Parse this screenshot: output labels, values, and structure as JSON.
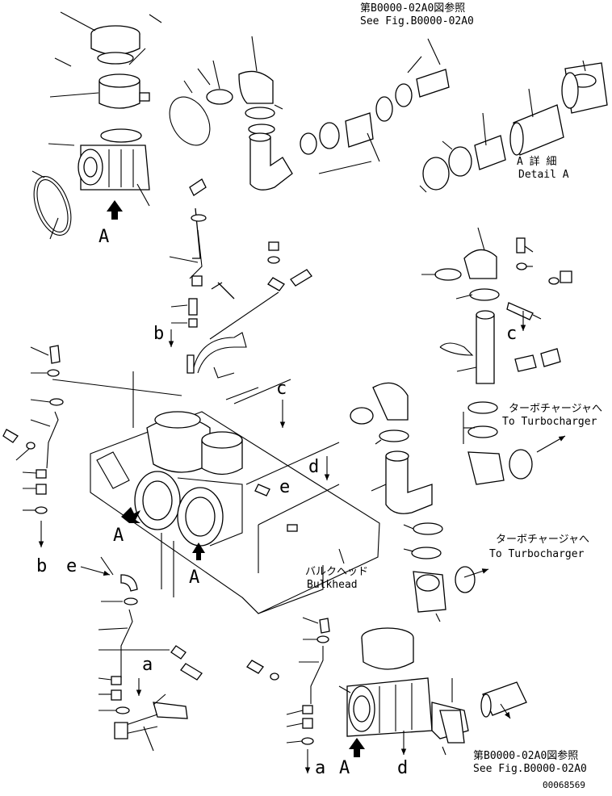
{
  "diagram": {
    "refs": {
      "top_jp": "第B0000-02A0図参照",
      "top_en": "See Fig.B0000-02A0",
      "bottom_jp": "第B0000-02A0図参照",
      "bottom_en": "See Fig.B0000-02A0"
    },
    "detail": {
      "jp": "A 詳 細",
      "en": "Detail A"
    },
    "turbo_1": {
      "jp": "ターボチャージャへ",
      "en": "To Turbocharger"
    },
    "turbo_2": {
      "jp": "ターボチャージャへ",
      "en": "To Turbocharger"
    },
    "bulkhead": {
      "jp": "バルクヘッド",
      "en": "Bulkhead"
    },
    "letters": {
      "A_top": "A",
      "A_mid1": "A",
      "A_mid2": "A",
      "A_bottom": "A",
      "b_mid": "b",
      "b_left": "b",
      "c_top": "c",
      "c_right": "c",
      "d_mid": "d",
      "d_bottom": "d",
      "e_mid": "e",
      "e_left": "e",
      "a_mid": "a",
      "a_bottom": "a"
    },
    "part_number": "00068569"
  }
}
